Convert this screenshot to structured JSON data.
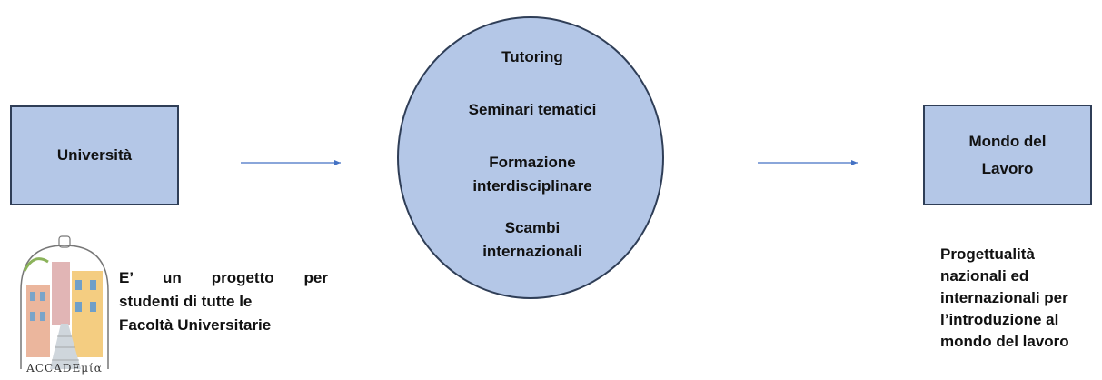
{
  "left_box": {
    "label": "Università"
  },
  "right_box": {
    "label": "Mondo del Lavoro"
  },
  "circle": {
    "items": [
      {
        "lines": [
          "Tutoring"
        ]
      },
      {
        "lines": [
          "Seminari tematici"
        ]
      },
      {
        "lines": [
          "Formazione",
          "interdisciplinare"
        ]
      },
      {
        "lines": [
          "Scambi",
          "internazionali"
        ]
      }
    ]
  },
  "left_caption": {
    "lines": [
      "E’ un progetto per",
      "studenti di tutte le",
      "Facoltà Universitarie"
    ]
  },
  "right_caption": {
    "lines": [
      "Progettualità",
      "nazionali ed",
      "internazionali per",
      "l’introduzione al",
      "mondo del lavoro"
    ]
  },
  "logo": {
    "text": "ACCADEμία"
  },
  "colors": {
    "box_fill": "#b4c7e7",
    "box_border": "#2f3e57",
    "arrow": "#4472c4"
  }
}
